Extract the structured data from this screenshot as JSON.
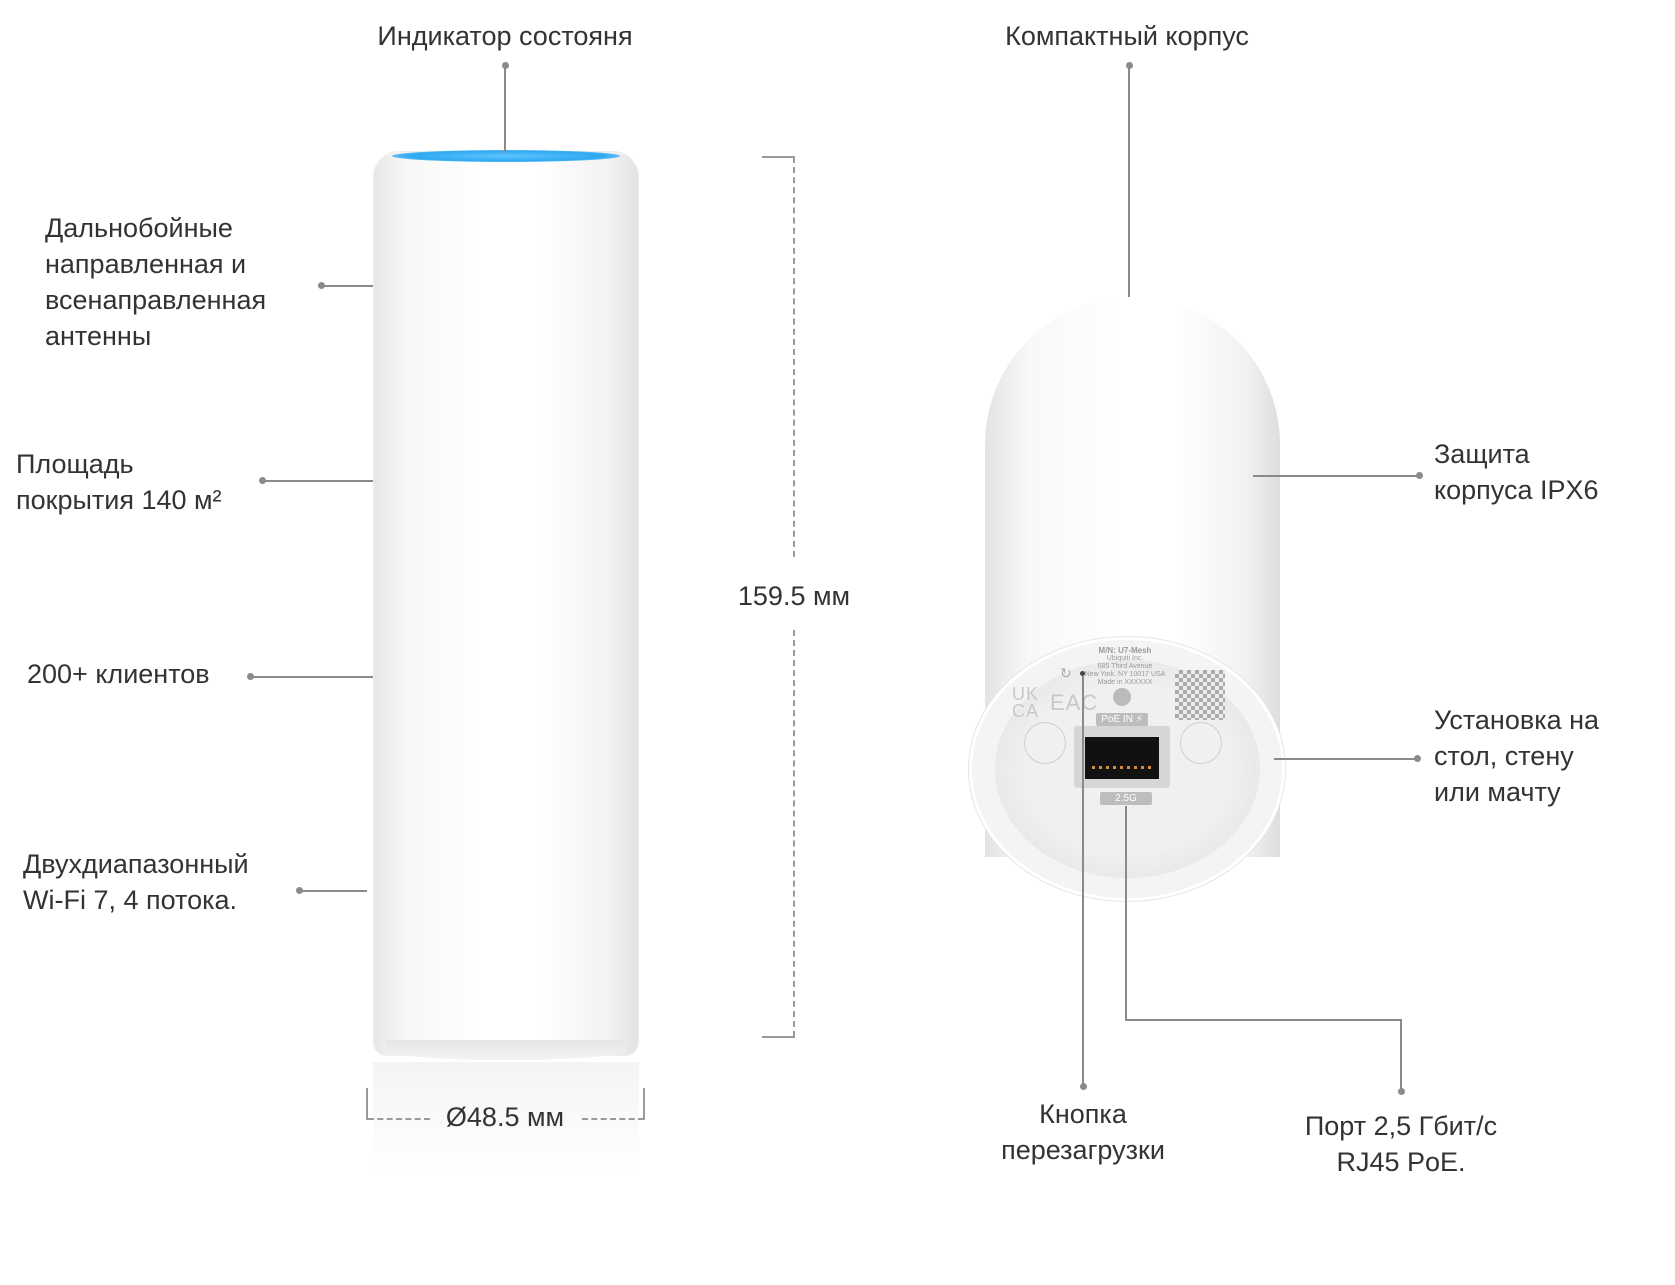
{
  "labels": {
    "status_indicator": "Индикатор состояня",
    "antennas": [
      "Дальнобойные",
      "направленная и",
      "всенаправленная",
      "антенны"
    ],
    "coverage": [
      "Площадь",
      "покрытия 140 м²"
    ],
    "clients": "200+ клиентов",
    "wifi": [
      "Двухдиапазонный",
      "Wi-Fi 7, 4 потока."
    ],
    "compact": "Компактный корпус",
    "ipx6": [
      "Защита",
      "корпуса IPX6"
    ],
    "mounting": [
      "Установка на",
      "стол, стену",
      "или мачту"
    ],
    "reset": [
      "Кнопка",
      "перезагрузки"
    ],
    "port": [
      "Порт 2,5 Гбит/с",
      "RJ45 PoE."
    ]
  },
  "dimensions": {
    "height": "159.5 мм",
    "diameter": "Ø48.5 мм"
  },
  "device_label": {
    "model": "M/N: U7-Mesh",
    "lines": [
      "Ubiquiti Inc.",
      "685 Third Avenue",
      "New York, NY 10017 USA",
      "Made in XXXXXX"
    ],
    "poe_tag": "PoE IN ⚡",
    "speed_tag": "2.5G",
    "marks": [
      "UK",
      "CA",
      "EAC"
    ]
  },
  "colors": {
    "led": "#2ea8f2",
    "line": "#8a8a8a",
    "text": "#333333"
  }
}
